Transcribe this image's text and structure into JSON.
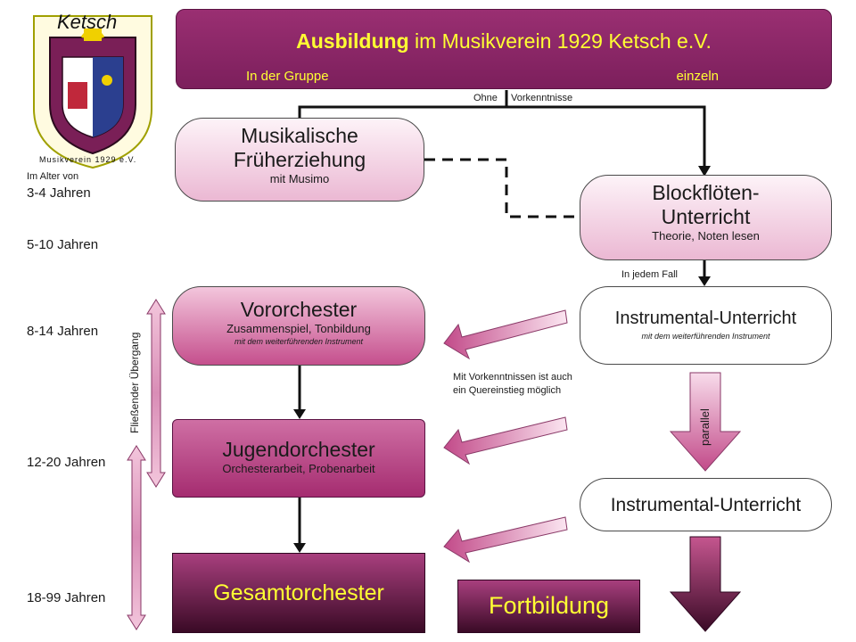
{
  "header": {
    "title_bold": "Ausbildung",
    "title_rest": " im Musikverein 1929 Ketsch e.V.",
    "group_label": "In der Gruppe",
    "single_label": "einzeln"
  },
  "logo": {
    "top_text": "Ketsch",
    "ring_text": "Musikverein 1929 e.V."
  },
  "connector_labels": {
    "ohne": "Ohne",
    "vorkenntnisse": "Vorkenntnisse",
    "in_jedem_fall": "In jedem Fall"
  },
  "ages": {
    "intro": "Im Alter von",
    "a1": "3-4 Jahren",
    "a2": "5-10 Jahren",
    "a3": "8-14 Jahren",
    "a4": "12-20 Jahren",
    "a5": "18-99 Jahren"
  },
  "transition_label": "Fließender Übergang",
  "boxes": {
    "frueherziehung": {
      "title_line1": "Musikalische",
      "title_line2": "Früherziehung",
      "sub": "mit Musimo"
    },
    "blockfloete": {
      "title_line1": "Blockflöten-",
      "title_line2": "Unterricht",
      "sub": "Theorie, Noten lesen"
    },
    "instr1": {
      "title": "Instrumental-Unterricht",
      "sub": "mit dem weiterführenden Instrument"
    },
    "vororchester": {
      "title": "Vororchester",
      "sub": "Zusammenspiel, Tonbildung",
      "tiny": "mit dem weiterführenden Instrument"
    },
    "jugendorchester": {
      "title": "Jugendorchester",
      "sub": "Orchesterarbeit, Probenarbeit"
    },
    "instr2": {
      "title": "Instrumental-Unterricht"
    },
    "gesamtorchester": {
      "title": "Gesamtorchester"
    },
    "fortbildung": {
      "title": "Fortbildung"
    }
  },
  "notes": {
    "quereinstieg_line1": "Mit Vorkenntnissen ist auch",
    "quereinstieg_line2": "ein Quereinstieg möglich"
  },
  "parallel_label": "parallel",
  "colors": {
    "header": "#7c1f5c",
    "header_text": "#ffff33",
    "pink_light": "#ebb8d3",
    "pink_mid": "#c54f8d",
    "plum": "#3a0a26"
  }
}
